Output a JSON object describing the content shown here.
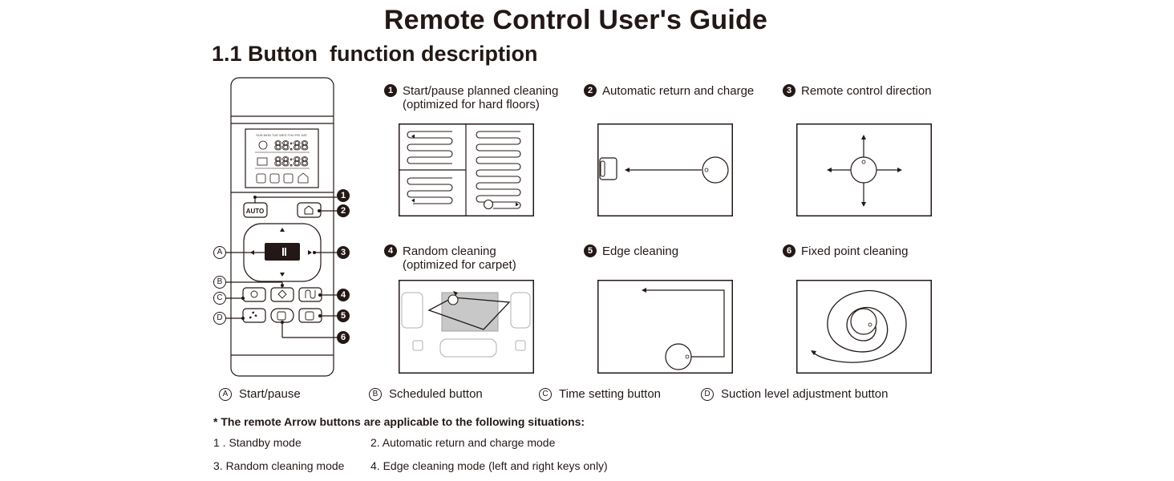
{
  "page": {
    "title": "Remote Control User's Guide",
    "subtitle": "1.1 Button  function description"
  },
  "remote": {
    "auto_label": "AUTO",
    "lcd_days": "SUN MON TUE WED THU FRI SAT",
    "lcd_digits_top": "88:88",
    "lcd_digits_bottom": "88:88",
    "callouts_numbered": [
      "1",
      "2",
      "3",
      "4",
      "5",
      "6"
    ],
    "callouts_lettered": [
      "A",
      "B",
      "C",
      "D"
    ]
  },
  "functions": [
    {
      "num": "1",
      "line1": "Start/pause planned cleaning",
      "line2": "(optimized for hard floors)"
    },
    {
      "num": "2",
      "line1": "Automatic return and charge",
      "line2": ""
    },
    {
      "num": "3",
      "line1": "Remote control direction",
      "line2": ""
    },
    {
      "num": "4",
      "line1": "Random cleaning",
      "line2": "(optimized for carpet)"
    },
    {
      "num": "5",
      "line1": "Edge cleaning",
      "line2": ""
    },
    {
      "num": "6",
      "line1": "Fixed point cleaning",
      "line2": ""
    }
  ],
  "legend": [
    {
      "letter": "A",
      "label": "Start/pause"
    },
    {
      "letter": "B",
      "label": "Scheduled button"
    },
    {
      "letter": "C",
      "label": "Time setting button"
    },
    {
      "letter": "D",
      "label": "Suction level adjustment button"
    }
  ],
  "note": {
    "title": "* The remote Arrow buttons are applicable to the following situations:",
    "items": [
      "1 . Standby mode",
      "2. Automatic return and charge mode",
      "3. Random cleaning mode",
      "4. Edge cleaning mode (left and right keys only)"
    ]
  },
  "colors": {
    "ink": "#231816",
    "carpet": "#c8c8c8"
  }
}
